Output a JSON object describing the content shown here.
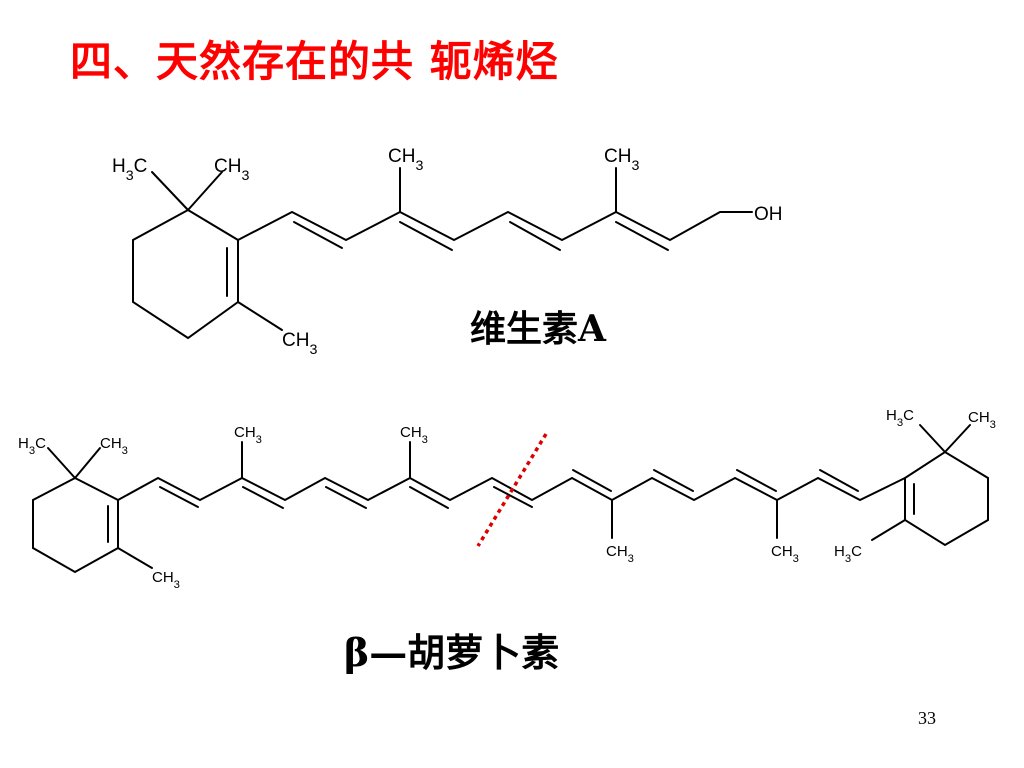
{
  "slide": {
    "title": "四、天然存在的共 轭烯烃",
    "page_number": "33",
    "colors": {
      "title": "#ff0000",
      "cut_line": "#dd0000",
      "bond": "#000000"
    }
  },
  "vitamin_a": {
    "caption": "维生素A",
    "labels": {
      "gem_methyl_left": "H3C",
      "gem_methyl_right": "CH3",
      "ring_methyl": "CH3",
      "chain_methyl_1": "CH3",
      "chain_methyl_2": "CH3",
      "hydroxyl": "OH"
    }
  },
  "beta_carotene": {
    "caption": "β—胡萝卜素",
    "labels": {
      "left_gem_methyl_left": "H3C",
      "left_gem_methyl_right": "CH3",
      "left_ring_methyl": "CH3",
      "chain_methyl_top_1": "CH3",
      "chain_methyl_top_2": "CH3",
      "chain_methyl_bottom_1": "CH3",
      "chain_methyl_bottom_2": "CH3",
      "right_gem_methyl_left": "H3C",
      "right_gem_methyl_right": "CH3",
      "right_ring_methyl": "H3C"
    }
  }
}
